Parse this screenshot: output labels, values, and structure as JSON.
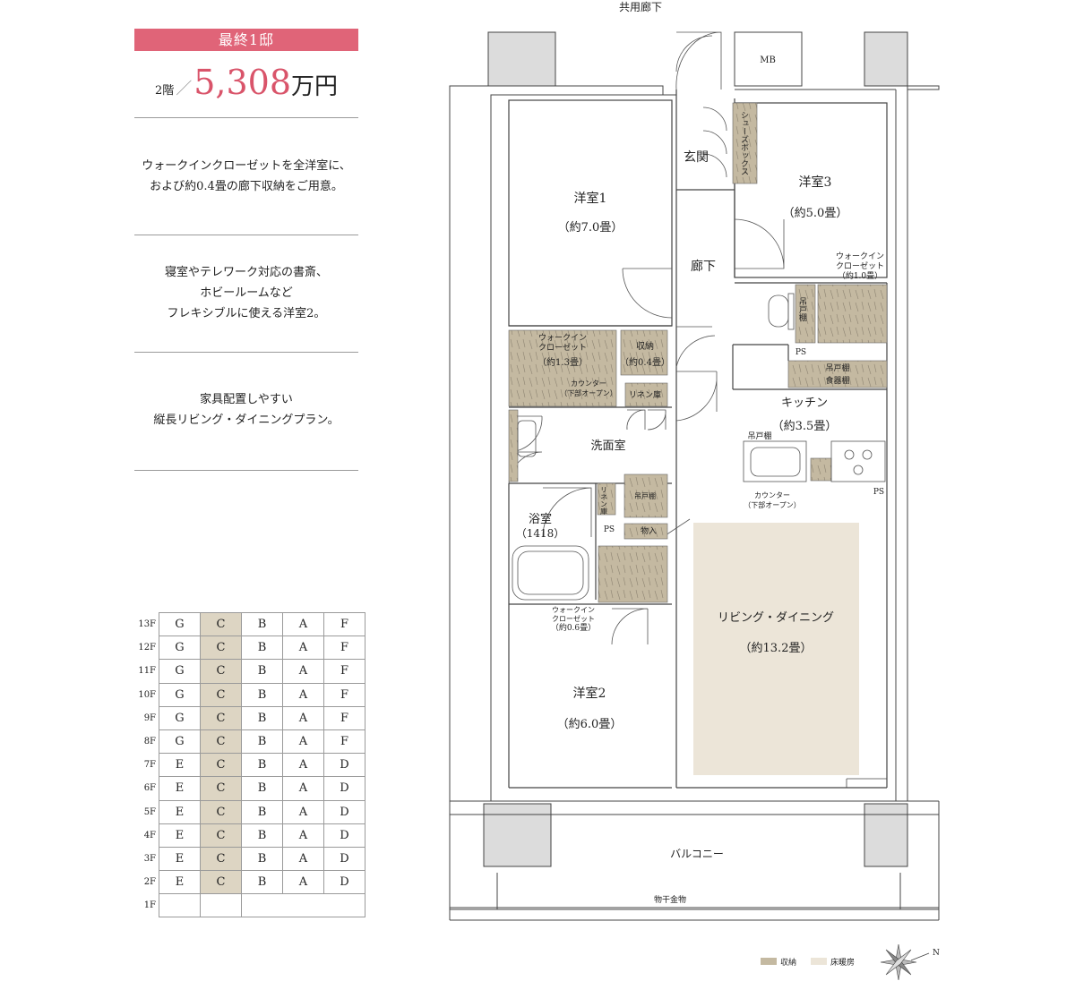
{
  "badge": "最終1邸",
  "price": {
    "floor": "2階",
    "slash": "／",
    "amount": "5,308",
    "unit": "万円"
  },
  "features": [
    {
      "lines": [
        "ウォークインクローゼットを全洋室に、",
        "および約0.4畳の廊下収納をご用意。"
      ]
    },
    {
      "lines": [
        "寝室やテレワーク対応の書斎、",
        "ホビールームなど",
        "フレキシブルに使える洋室2。"
      ]
    },
    {
      "lines": [
        "家具配置しやすい",
        "縦長リビング・ダイニングプラン。"
      ]
    }
  ],
  "floor_table": {
    "highlight_column": 1,
    "highlight_color": "#ddd5c3",
    "rows": [
      {
        "floor": "13F",
        "units": [
          "G",
          "C",
          "B",
          "A",
          "F"
        ]
      },
      {
        "floor": "12F",
        "units": [
          "G",
          "C",
          "B",
          "A",
          "F"
        ]
      },
      {
        "floor": "11F",
        "units": [
          "G",
          "C",
          "B",
          "A",
          "F"
        ]
      },
      {
        "floor": "10F",
        "units": [
          "G",
          "C",
          "B",
          "A",
          "F"
        ]
      },
      {
        "floor": "9F",
        "units": [
          "G",
          "C",
          "B",
          "A",
          "F"
        ]
      },
      {
        "floor": "8F",
        "units": [
          "G",
          "C",
          "B",
          "A",
          "F"
        ]
      },
      {
        "floor": "7F",
        "units": [
          "E",
          "C",
          "B",
          "A",
          "D"
        ]
      },
      {
        "floor": "6F",
        "units": [
          "E",
          "C",
          "B",
          "A",
          "D"
        ]
      },
      {
        "floor": "5F",
        "units": [
          "E",
          "C",
          "B",
          "A",
          "D"
        ]
      },
      {
        "floor": "4F",
        "units": [
          "E",
          "C",
          "B",
          "A",
          "D"
        ]
      },
      {
        "floor": "3F",
        "units": [
          "E",
          "C",
          "B",
          "A",
          "D"
        ]
      },
      {
        "floor": "2F",
        "units": [
          "E",
          "C",
          "B",
          "A",
          "D"
        ]
      },
      {
        "floor": "1F",
        "units": [
          "",
          "",
          "",
          "",
          ""
        ]
      }
    ]
  },
  "plan": {
    "corridor": "共用廊下",
    "mb": "MB",
    "genkan": "玄関",
    "shoes_box": "シューズボックス",
    "room1": {
      "name": "洋室1",
      "size": "（約7.0畳）"
    },
    "room3": {
      "name": "洋室3",
      "size": "（約5.0畳）"
    },
    "wic3": [
      "ウォークイン",
      "クローゼット",
      "（約1.0畳）"
    ],
    "hallway": "廊下",
    "tsuri_todana_v": "吊戸棚",
    "ps1": "PS",
    "wic1": [
      "ウォークイン",
      "クローゼット",
      "（約1.3畳）"
    ],
    "storage": {
      "name": "収納",
      "size": "（約0.4畳）"
    },
    "counter_wash": [
      "カウンター",
      "（下部オープン）"
    ],
    "linen1": "リネン庫",
    "shokki": {
      "top": "吊戸棚",
      "bottom": "食器棚"
    },
    "kitchen": {
      "name": "キッチン",
      "size": "（約3.5畳）"
    },
    "tsuri_kitchen": "吊戸棚",
    "counter_kitchen": [
      "カウンター",
      "（下部オープン）"
    ],
    "ps3": "PS",
    "washroom": "洗面室",
    "linen2": "リネン庫",
    "tsuri_wash": "吊戸棚",
    "bath": {
      "name": "浴室",
      "size": "（1418）"
    },
    "ps2": "PS",
    "monoire": "物入",
    "wic2": [
      "ウォークイン",
      "クローゼット",
      "（約0.6畳）"
    ],
    "living": {
      "name": "リビング・ダイニング",
      "size": "（約13.2畳）"
    },
    "room2": {
      "name": "洋室2",
      "size": "（約6.0畳）"
    },
    "balcony": "バルコニー",
    "hoshi": "物干金物"
  },
  "legend": [
    {
      "label": "収納",
      "color": "#c4b9a1"
    },
    {
      "label": "床暖房",
      "color": "#ece5d8"
    }
  ],
  "compass": "N"
}
